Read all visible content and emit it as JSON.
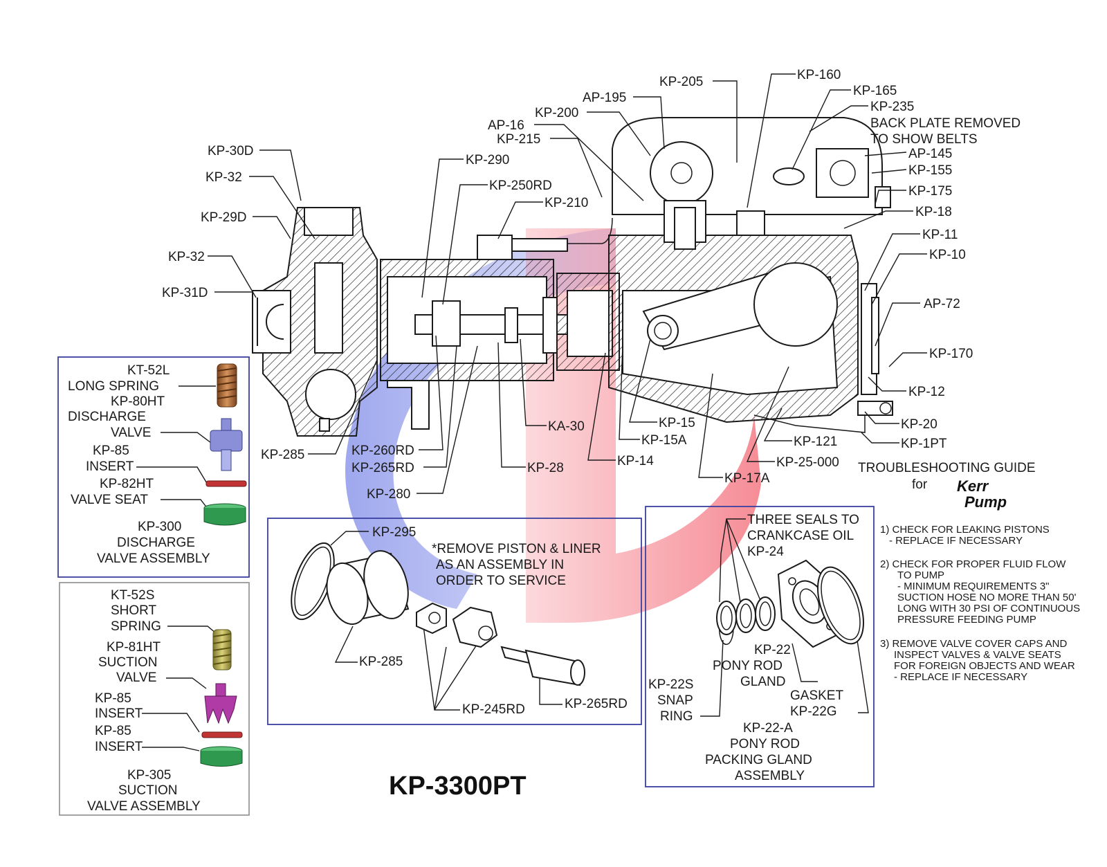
{
  "callouts": {
    "kp205": "KP-205",
    "kp160": "KP-160",
    "ap195": "AP-195",
    "kp165": "KP-165",
    "kp200": "KP-200",
    "kp235": "KP-235",
    "back_plate": "BACK PLATE REMOVED",
    "to_show": "TO SHOW BELTS",
    "ap16": "AP-16",
    "kp215": "KP-215",
    "ap145": "AP-145",
    "kp30d": "KP-30D",
    "kp290": "KP-290",
    "kp155": "KP-155",
    "kp32a": "KP-32",
    "kp250rd": "KP-250RD",
    "kp175": "KP-175",
    "kp210": "KP-210",
    "kp29d": "KP-29D",
    "kp18": "KP-18",
    "kp11": "KP-11",
    "kp32b": "KP-32",
    "kp10": "KP-10",
    "kp31d": "KP-31D",
    "ap72": "AP-72",
    "kp170": "KP-170",
    "kp12": "KP-12",
    "ka30": "KA-30",
    "kp15": "KP-15",
    "kp20": "KP-20",
    "kp285": "KP-285",
    "kp15a": "KP-15A",
    "kp121": "KP-121",
    "kp1pt": "KP-1PT",
    "kp260rd": "KP-260RD",
    "kp14": "KP-14",
    "kp25000": "KP-25-000",
    "kp265rd": "KP-265RD",
    "kp28": "KP-28",
    "kp17a": "KP-17A",
    "kp280": "KP-280"
  },
  "discharge_box": {
    "kt52l": "KT-52L",
    "long_spring": "LONG SPRING",
    "kp80ht": "KP-80HT",
    "discharge": "DISCHARGE",
    "valve": "VALVE",
    "kp85": "KP-85",
    "insert": "INSERT",
    "kp82ht": "KP-82HT",
    "valve_seat": "VALVE SEAT",
    "assy_code": "KP-300",
    "assy_l1": "DISCHARGE",
    "assy_l2": "VALVE ASSEMBLY"
  },
  "suction_box": {
    "kt52s": "KT-52S",
    "short": "SHORT",
    "spring": "SPRING",
    "kp81ht": "KP-81HT",
    "suction": "SUCTION",
    "valve": "VALVE",
    "kp85a": "KP-85",
    "insert_a": "INSERT",
    "kp85b": "KP-85",
    "insert_b": "INSERT",
    "assy_code": "KP-305",
    "assy_l1": "SUCTION",
    "assy_l2": "VALVE ASSEMBLY"
  },
  "piston_box": {
    "kp295": "KP-295",
    "note_l1": "*REMOVE PISTON & LINER",
    "note_l2": "AS AN ASSEMBLY IN",
    "note_l3": "ORDER TO SERVICE",
    "kp285": "KP-285",
    "kp245rd": "KP-245RD",
    "kp265rd": "KP-265RD"
  },
  "gland_box": {
    "seals_l1": "THREE SEALS TO",
    "seals_l2": "CRANKCASE OIL",
    "kp24": "KP-24",
    "kp22": "KP-22",
    "pony_rod": "PONY ROD",
    "gland": "GLAND",
    "kp22s": "KP-22S",
    "snap": "SNAP",
    "ring": "RING",
    "gasket": "GASKET",
    "kp22g": "KP-22G",
    "assy_code": "KP-22-A",
    "assy_l1": "PONY ROD",
    "assy_l2": "PACKING GLAND",
    "assy_l3": "ASSEMBLY"
  },
  "guide": {
    "title": "TROUBLESHOOTING GUIDE",
    "for": "for",
    "brand_l1": "Kerr",
    "brand_l2": "Pump",
    "s1_l1": "1) CHECK FOR LEAKING PISTONS",
    "s1_l2": "- REPLACE IF NECESSARY",
    "s2_l1": "2) CHECK FOR PROPER FLUID FLOW",
    "s2_l2": "TO PUMP",
    "s2_l3": "- MINIMUM REQUIREMENTS 3\"",
    "s2_l4": "SUCTION HOSE NO MORE THAN 50'",
    "s2_l5": "LONG WITH 30 PSI OF CONTINUOUS",
    "s2_l6": "PRESSURE FEEDING PUMP",
    "s3_l1": "3) REMOVE VALVE COVER CAPS AND",
    "s3_l2": "INSPECT VALVES & VALVE SEATS",
    "s3_l3": "FOR FOREIGN OBJECTS AND WEAR",
    "s3_l4": "- REPLACE IF NECESSARY"
  },
  "model": "KP-3300PT",
  "colors": {
    "spring_brown": "#b5703a",
    "spring_olive": "#b9b04a",
    "valve_blue": "#8a8fd8",
    "valve_magenta": "#b03aa6",
    "insert_red": "#c23434",
    "seat_green": "#2f9a4f",
    "watermark_blue": "#5060e0",
    "watermark_red": "#f04050",
    "box_border": "#3a3fa0"
  }
}
